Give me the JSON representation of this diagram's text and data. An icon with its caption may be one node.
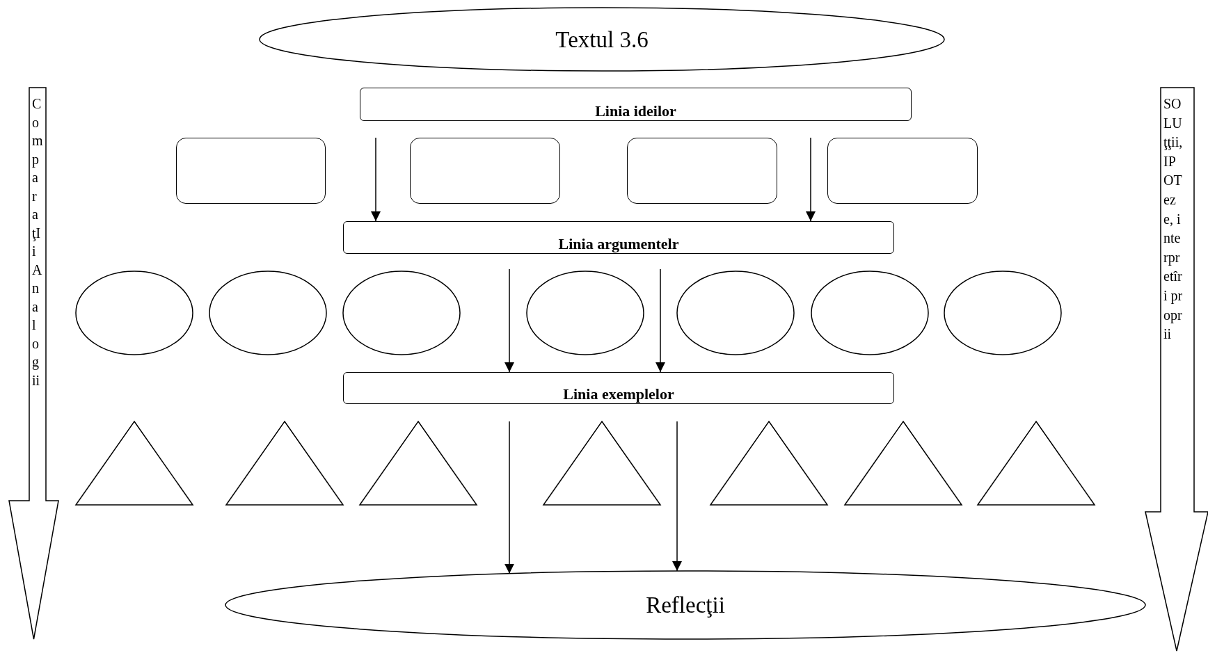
{
  "diagram": {
    "nodes": [
      {
        "text": [
          "Textul 3.6"
        ]
      },
      {
        "text": [
          "ComparaţIi Analogii"
        ]
      },
      {
        "text": [
          "Linia ideilor"
        ]
      },
      {
        "text": [
          "SOLUţţii, IPOTeze, interpretîri proprii"
        ]
      },
      {
        "text": [],
        "shape": "box"
      },
      {
        "text": [],
        "shape": "box"
      },
      {
        "text": [],
        "shape": "box"
      },
      {
        "text": [],
        "shape": "box"
      },
      {
        "text": [
          "Linia argumentelr"
        ]
      },
      {
        "text": [],
        "shape": "ellipse"
      },
      {
        "text": [],
        "shape": "ellipse"
      },
      {
        "text": [],
        "shape": "ellipse"
      },
      {
        "text": [],
        "shape": "ellipse"
      },
      {
        "text": [],
        "shape": "ellipse"
      },
      {
        "text": [],
        "shape": "ellipse"
      },
      {
        "text": [],
        "shape": "ellipse"
      },
      {
        "text": [
          "Linia exemplelor"
        ]
      },
      {
        "text": [],
        "shape": "triangle"
      },
      {
        "text": [],
        "shape": "triangle"
      },
      {
        "text": [],
        "shape": "triangle"
      },
      {
        "text": [],
        "shape": "triangle"
      },
      {
        "text": [],
        "shape": "triangle"
      },
      {
        "text": [],
        "shape": "triangle"
      },
      {
        "text": [],
        "shape": "triangle"
      },
      {
        "text": [
          "Reflecţii"
        ]
      }
    ],
    "edges": [
      {
        "from": 2,
        "to": 8,
        "arrow": "to"
      },
      {
        "from": 2,
        "to": 8,
        "arrow": "to"
      },
      {
        "from": 8,
        "to": 16,
        "arrow": "to"
      },
      {
        "from": 8,
        "to": 16,
        "arrow": "to"
      },
      {
        "from": 16,
        "to": 24,
        "arrow": "to"
      },
      {
        "from": 16,
        "to": 24,
        "arrow": "to"
      }
    ]
  }
}
